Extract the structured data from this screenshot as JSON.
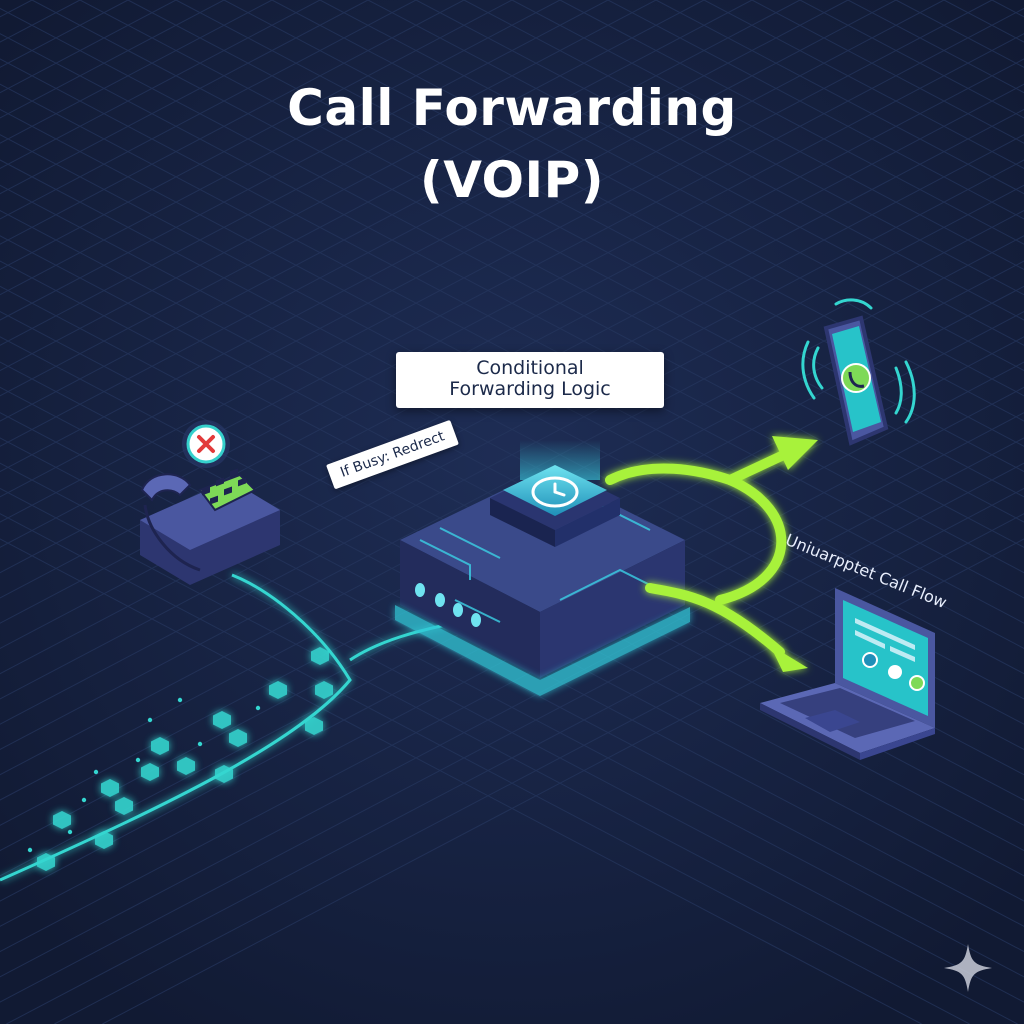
{
  "title": {
    "line1": "Call Forwarding",
    "line2": "(VOIP)"
  },
  "logic_box": {
    "line1": "Conditional",
    "line2": "Forwarding Logic"
  },
  "busy_tag": "If Busy: Redrect",
  "flow_label": "Uniuarpptet Call Flow",
  "colors": {
    "background": "#15213f",
    "grid": "#24345a",
    "stream": "#34d6d0",
    "arrow": "#a8f23a",
    "device": "#4a57a0",
    "device_dark": "#2d3670",
    "screen": "#27c3c9",
    "desk_screen": "#7ed957",
    "error": "#e23a3a"
  },
  "icons": [
    "desk-phone-icon",
    "busy-x-icon",
    "smartphone-icon",
    "laptop-icon",
    "clock-icon",
    "sparkle-icon"
  ]
}
